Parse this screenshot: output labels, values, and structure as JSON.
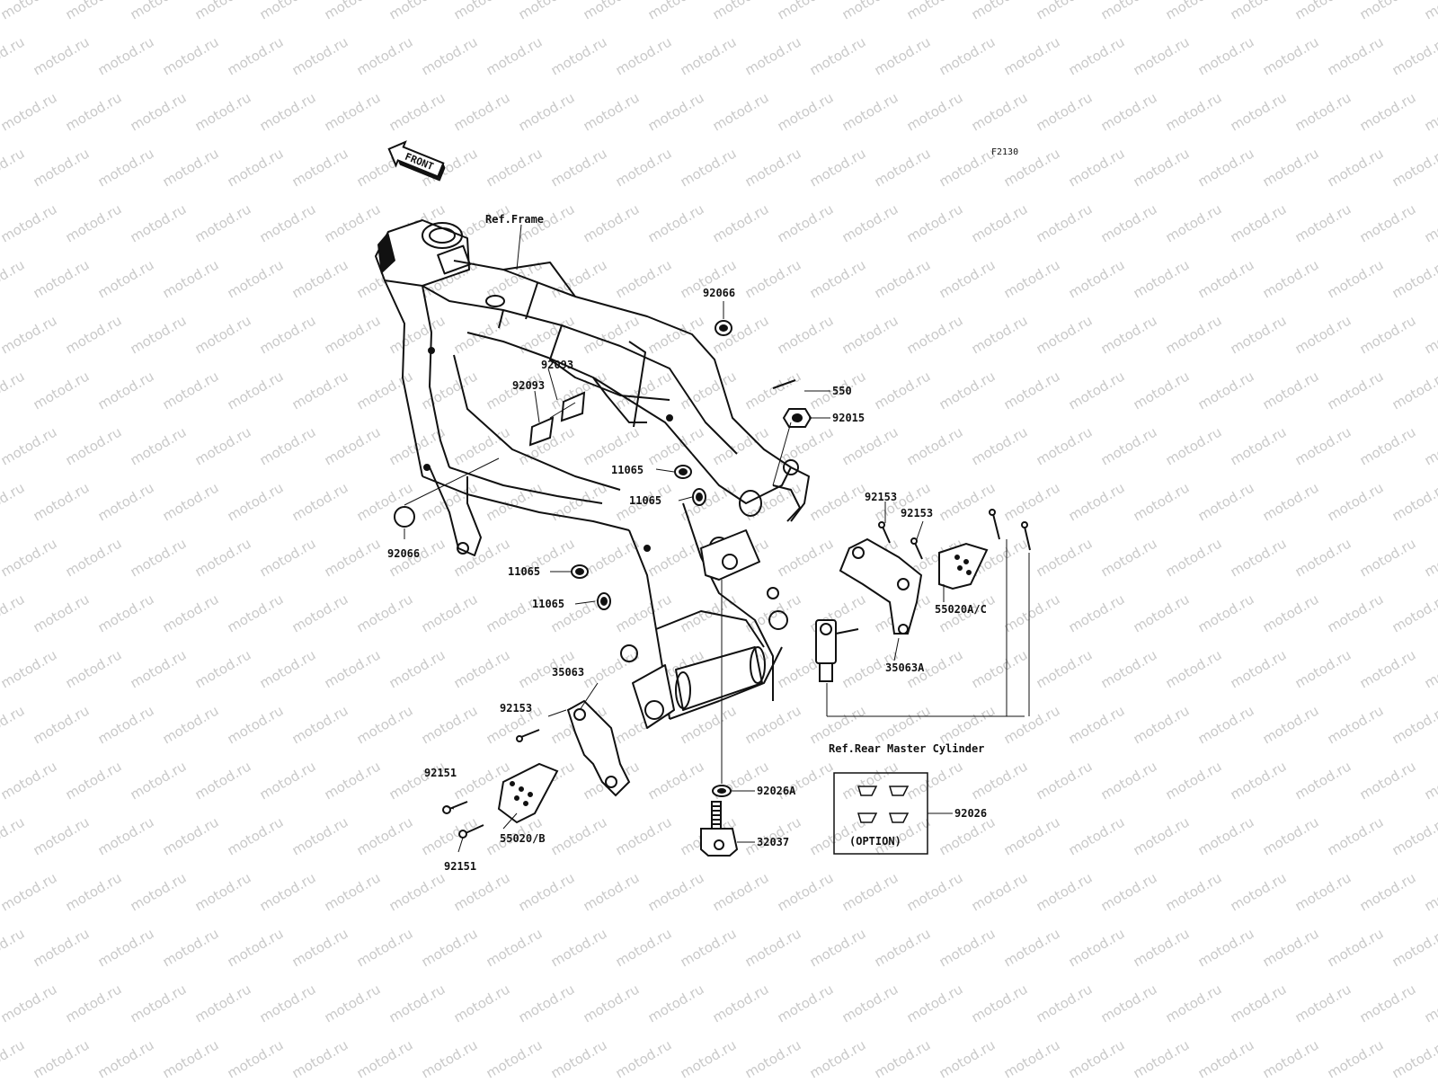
{
  "diagram": {
    "code": "F2130",
    "front_arrow": "FRONT",
    "watermark": "motod.ru",
    "ref_frame": "Ref.Frame",
    "ref_rear_master_cylinder": "Ref.Rear Master Cylinder",
    "option": "(OPTION)",
    "labels": {
      "p92066_top": "92066",
      "p550": "550",
      "p92015": "92015",
      "p92093_a": "92093",
      "p92093_b": "92093",
      "p11065_a": "11065",
      "p11065_b": "11065",
      "p11065_c": "11065",
      "p11065_d": "11065",
      "p92066_left": "92066",
      "p92153_a": "92153",
      "p92153_b": "92153",
      "p92153_c": "92153",
      "p55020ac": "55020A/C",
      "p35063a": "35063A",
      "p35063": "35063",
      "p92151_a": "92151",
      "p92151_b": "92151",
      "p55020b": "55020/B",
      "p92026a": "92026A",
      "p32037": "32037",
      "p92026": "92026"
    }
  }
}
